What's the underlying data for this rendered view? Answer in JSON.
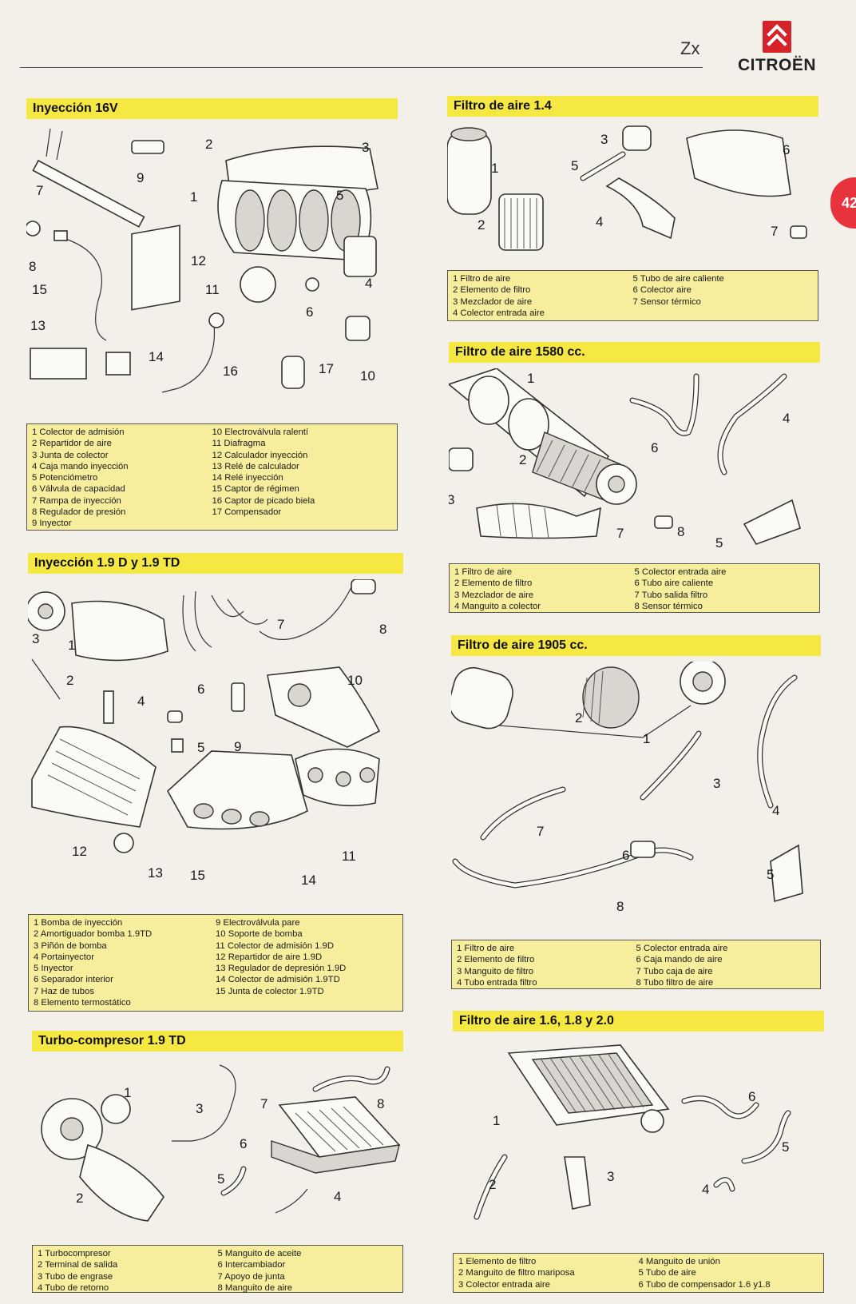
{
  "header": {
    "model": "Zx",
    "brand": "CITROËN",
    "page_number": "42"
  },
  "sections": {
    "inyeccion16v": {
      "title": "Inyección 16V",
      "legend_left": [
        "1 Colector de admisión",
        "2 Repartidor de aire",
        "3 Junta de colector",
        "4 Caja mando inyección",
        "5 Potenciómetro",
        "6 Válvula de capacidad",
        "7 Rampa de inyección",
        "8 Regulador de presión",
        "9 Inyector"
      ],
      "legend_right": [
        "10 Electroválvula ralentí",
        "11 Diafragma",
        "12 Calculador inyección",
        "13 Relé de calculador",
        "14 Relé inyección",
        "15 Captor de régimen",
        "16 Captor de picado biela",
        "17 Compensador"
      ],
      "callouts": [
        "1",
        "2",
        "3",
        "4",
        "5",
        "6",
        "7",
        "8",
        "9",
        "10",
        "11",
        "12",
        "13",
        "14",
        "15",
        "16",
        "17"
      ]
    },
    "inyeccion19d": {
      "title": "Inyección 1.9 D y 1.9 TD",
      "legend_left": [
        "1 Bomba de inyección",
        "2 Amortiguador bomba 1.9TD",
        "3 Piñón de bomba",
        "4 Portainyector",
        "5 Inyector",
        "6 Separador interior",
        "7 Haz de tubos",
        "8 Elemento termostático"
      ],
      "legend_right": [
        "9 Electroválvula pare",
        "10 Soporte de bomba",
        "11 Colector de admisión 1.9D",
        "12 Repartidor de aire 1.9D",
        "13 Regulador de depresión 1.9D",
        "14 Colector de admisión 1.9TD",
        "15 Junta de colector 1.9TD"
      ],
      "callouts": [
        "1",
        "2",
        "3",
        "4",
        "5",
        "6",
        "7",
        "8",
        "9",
        "10",
        "11",
        "12",
        "13",
        "14",
        "15"
      ]
    },
    "turbo": {
      "title": "Turbo-compresor 1.9 TD",
      "legend_left": [
        "1 Turbocompresor",
        "2 Terminal de salida",
        "3 Tubo de engrase",
        "4 Tubo de retorno"
      ],
      "legend_right": [
        "5 Manguito de aceite",
        "6 Intercambiador",
        "7 Apoyo de junta",
        "8 Manguito de aire"
      ],
      "callouts": [
        "1",
        "2",
        "3",
        "4",
        "5",
        "6",
        "7",
        "8"
      ]
    },
    "filtro14": {
      "title": "Filtro de aire 1.4",
      "legend_left": [
        "1 Filtro de aire",
        "2 Elemento de filtro",
        "3 Mezclador de aire",
        "4 Colector entrada aire"
      ],
      "legend_right": [
        "5 Tubo de aire caliente",
        "6 Colector aire",
        "7 Sensor térmico"
      ],
      "callouts": [
        "1",
        "2",
        "3",
        "4",
        "5",
        "6",
        "7"
      ]
    },
    "filtro1580": {
      "title": "Filtro de aire 1580 cc.",
      "legend_left": [
        "1 Filtro de aire",
        "2 Elemento de filtro",
        "3 Mezclador de aire",
        "4 Manguito a colector"
      ],
      "legend_right": [
        "5 Colector entrada aire",
        "6 Tubo aire caliente",
        "7 Tubo salida filtro",
        "8 Sensor térmico"
      ],
      "callouts": [
        "1",
        "2",
        "3",
        "4",
        "5",
        "6",
        "7",
        "8"
      ]
    },
    "filtro1905": {
      "title": "Filtro de aire 1905 cc.",
      "legend_left": [
        "1 Filtro de aire",
        "2 Elemento de filtro",
        "3 Manguito de filtro",
        "4 Tubo entrada filtro"
      ],
      "legend_right": [
        "5 Colector entrada aire",
        "6 Caja mando de aire",
        "7 Tubo caja de aire",
        "8 Tubo filtro de aire"
      ],
      "callouts": [
        "1",
        "2",
        "3",
        "4",
        "5",
        "6",
        "7",
        "8"
      ]
    },
    "filtro1618": {
      "title": "Filtro de aire 1.6, 1.8 y 2.0",
      "legend_left": [
        "1 Elemento de filtro",
        "2 Manguito de filtro mariposa",
        "3 Colector entrada aire"
      ],
      "legend_right": [
        "4 Manguito de unión",
        "5 Tubo de aire",
        "6 Tubo de compensador 1.6 y1.8"
      ],
      "callouts": [
        "1",
        "2",
        "3",
        "4",
        "5",
        "6"
      ]
    }
  }
}
